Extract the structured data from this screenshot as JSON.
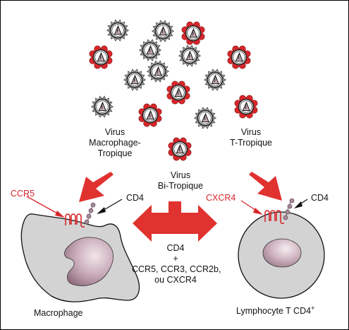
{
  "labels": {
    "macrophage_virus": [
      "Virus",
      "Macrophage-",
      "Tropique"
    ],
    "t_virus": [
      "Virus",
      "T-Tropique"
    ],
    "bi_virus": [
      "Virus",
      "Bi-Tropique"
    ],
    "ccr5": "CCR5",
    "cd4_left": "CD4",
    "cxcr4": "CXCR4",
    "cd4_right": "CD4",
    "coreceptors": [
      "CD4",
      "+",
      "CCR5, CCR3, CCR2b,",
      "ou CXCR4"
    ],
    "macrophage": "Macrophage",
    "lymphocyte": "Lymphocyte T CD4",
    "lymphocyte_sup": "+"
  },
  "virions": [
    {
      "type": "gray"
    },
    {
      "type": "red"
    },
    {
      "type": "red"
    },
    {
      "type": "gray"
    },
    {
      "type": "gray"
    },
    {
      "type": "red"
    },
    {
      "type": "gray"
    },
    {
      "type": "gray"
    },
    {
      "type": "red"
    },
    {
      "type": "gray"
    },
    {
      "type": "red"
    },
    {
      "type": "red"
    },
    {
      "type": "gray"
    },
    {
      "type": "red"
    },
    {
      "type": "gray"
    },
    {
      "type": "gray"
    }
  ],
  "colors": {
    "red": "#d8262a",
    "cell_fill": "#d4d4d4",
    "nucleus": "#a88897",
    "nucleus_light": "#ecdde3",
    "virion_gray_spikes": "#9a9a9a",
    "virion_core": "#c4aab5",
    "receptor_bead": "#a5889a"
  }
}
